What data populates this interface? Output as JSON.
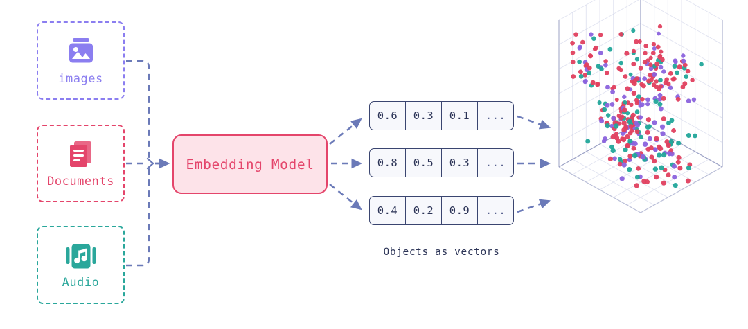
{
  "diagram": {
    "title": "Objects as vectors embedding pipeline",
    "colors": {
      "images": "#8b7ef0",
      "documents": "#e4456b",
      "audio": "#2aa79b",
      "embed_fill": "#fde3e9",
      "embed_border": "#e4456b",
      "vector_border": "#3a4570",
      "vector_fill": "#f7f8fc",
      "arrow": "#6b7ab8",
      "grid": "#cfd3e8",
      "point_red": "#e0405f",
      "point_teal": "#22a79a",
      "point_purple": "#8b63dd"
    },
    "sources": [
      {
        "id": "images",
        "label": "images",
        "icon": "image-icon",
        "color": "#8b7ef0"
      },
      {
        "id": "documents",
        "label": "Documents",
        "icon": "documents-icon",
        "color": "#e4456b"
      },
      {
        "id": "audio",
        "label": "Audio",
        "icon": "audio-icon",
        "color": "#2aa79b"
      }
    ],
    "model": {
      "label": "Embedding Model"
    },
    "vectors": {
      "caption": "Objects as vectors",
      "rows": [
        {
          "cells": [
            "0.6",
            "0.3",
            "0.1",
            "..."
          ]
        },
        {
          "cells": [
            "0.8",
            "0.5",
            "0.3",
            "..."
          ]
        },
        {
          "cells": [
            "0.4",
            "0.2",
            "0.9",
            "..."
          ]
        }
      ]
    },
    "scatter": {
      "label": "vector-space-scatter",
      "series": [
        {
          "name": "red",
          "color": "#e0405f",
          "count": 170
        },
        {
          "name": "purple",
          "color": "#8b63dd",
          "count": 85
        },
        {
          "name": "teal",
          "color": "#22a79a",
          "count": 80
        }
      ]
    }
  },
  "chart_data": {
    "type": "scatter",
    "title": "Objects as vectors",
    "xlabel": "",
    "ylabel": "",
    "zlabel": "",
    "grid": true,
    "legend": "none",
    "projection": "3d-isometric-cube",
    "series": [
      {
        "name": "red",
        "color": "#e0405f",
        "n": 170
      },
      {
        "name": "purple",
        "color": "#8b63dd",
        "n": 85
      },
      {
        "name": "teal",
        "color": "#22a79a",
        "n": 80
      }
    ]
  }
}
